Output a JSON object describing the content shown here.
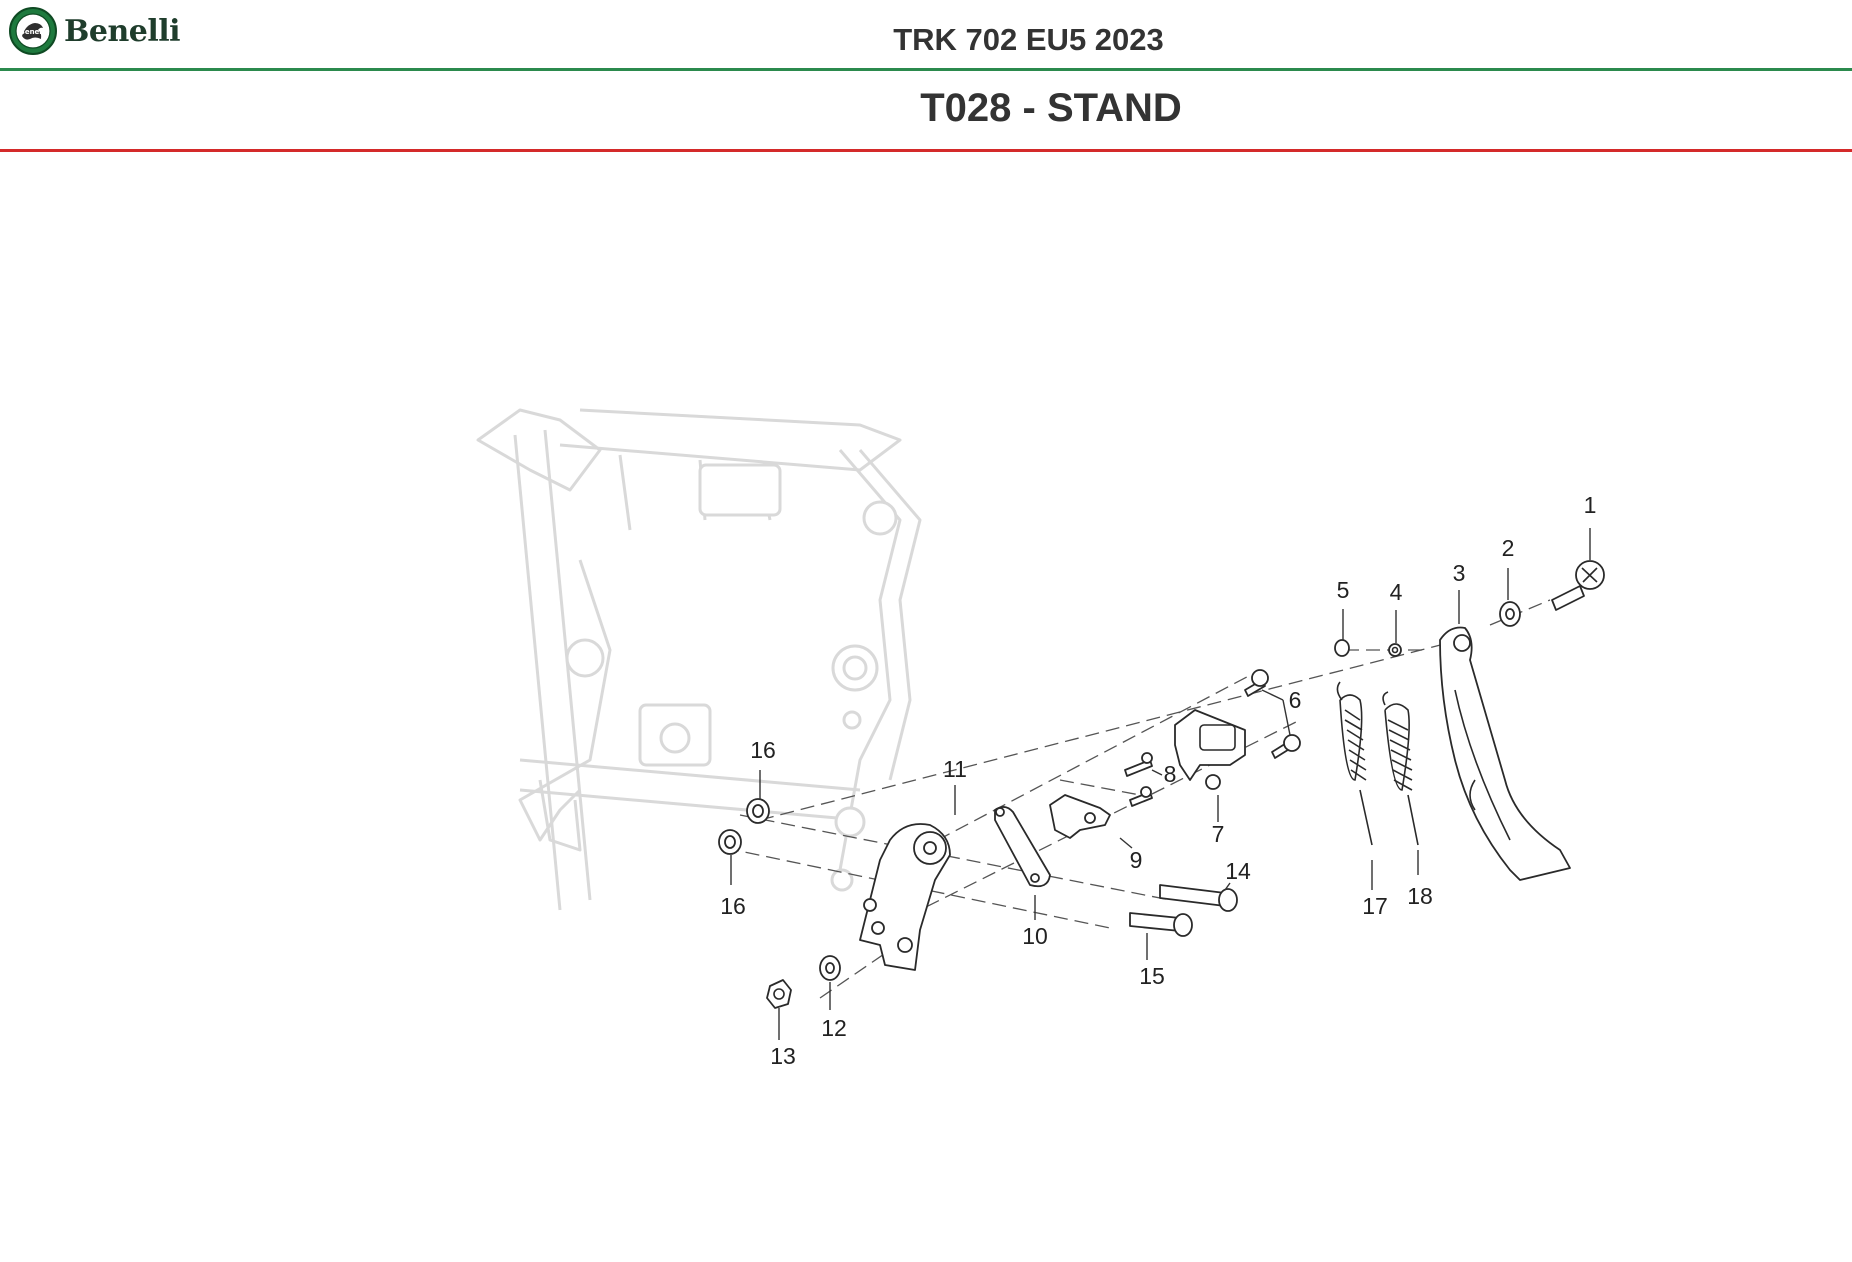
{
  "brand": {
    "name": "Benelli"
  },
  "header": {
    "model": "TRK 702 EU5 2023",
    "section_title": "T028 - STAND"
  },
  "colors": {
    "header_rule": "#2b8a4d",
    "title_rule": "#d42a2a",
    "text": "#333333"
  },
  "callouts": [
    "1",
    "2",
    "3",
    "4",
    "5",
    "6",
    "7",
    "8",
    "9",
    "10",
    "11",
    "12",
    "13",
    "14",
    "15",
    "16",
    "16",
    "17",
    "18"
  ]
}
